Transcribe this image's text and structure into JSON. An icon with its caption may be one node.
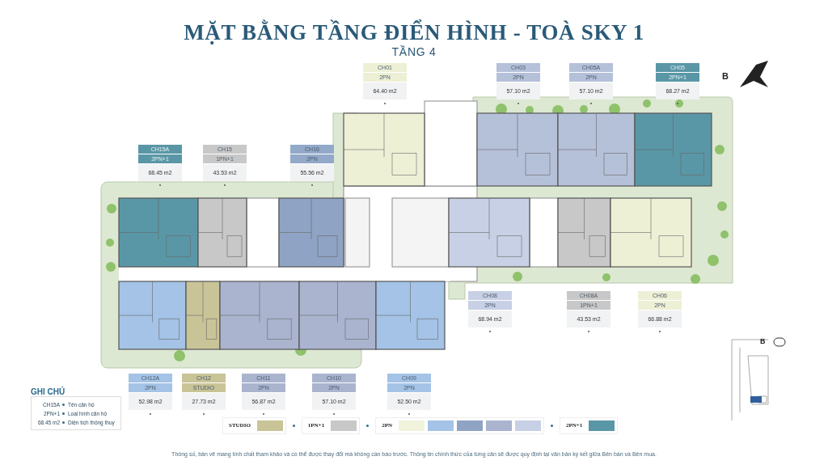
{
  "diagram": {
    "title": "MẶT BẰNG TẦNG ĐIỂN HÌNH - TOÀ SKY 1",
    "caption": "Thông số, bản vẽ mang tính chất tham khảo và có thể được thay đổi mà không cần báo trước. Thông tin chính thức của từng căn sẽ được quy định tại văn bản ký kết giữa Bên bán và Bên mua.",
    "nodes": [
      {
        "text": [
          "CH01",
          "2PN",
          "64.40 m2"
        ]
      },
      {
        "text": [
          "CH03",
          "2PN",
          "57.10 m2"
        ]
      },
      {
        "text": [
          "CH05A",
          "2PN",
          "57.10 m2"
        ]
      },
      {
        "text": [
          "CH05",
          "2PN+1",
          "68.27 m2"
        ]
      },
      {
        "text": [
          "CH15A",
          "2PN+1",
          "68.45 m2"
        ]
      },
      {
        "text": [
          "CH15",
          "1PN+1",
          "43.53 m2"
        ]
      },
      {
        "text": [
          "CH16",
          "2PN",
          "55.56 m2"
        ]
      },
      {
        "text": [
          "CH08",
          "2PN",
          "68.94 m2"
        ]
      },
      {
        "text": [
          "CH08A",
          "1PN+1",
          "43.53 m2"
        ]
      },
      {
        "text": [
          "CH06",
          "2PN",
          "66.88 m2"
        ]
      },
      {
        "text": [
          "CH12A",
          "2PN",
          "52.98 m2"
        ]
      },
      {
        "text": [
          "CH12",
          "STUDIO",
          "27.73 m2"
        ]
      },
      {
        "text": [
          "CH11",
          "2PN",
          "56.87 m2"
        ]
      },
      {
        "text": [
          "CH10",
          "2PN",
          "57.10 m2"
        ]
      },
      {
        "text": [
          "CH09",
          "2PN",
          "52.50 m2"
        ]
      }
    ],
    "edges": [],
    "labels": [
      "TẦNG 4",
      "B",
      "GHI CHÚ",
      "CH15A",
      "Tên căn hộ",
      "2PN+1",
      "Loại hình căn hộ",
      "68.45 m2",
      "Diện tích thông thuỷ",
      "B"
    ],
    "legend": [
      {
        "text": "STUDIO",
        "color": "#c9c497"
      },
      {
        "text": "1PN+1",
        "color": "#c8c8c8"
      },
      {
        "text": "2PN",
        "color": "#f1f3dc"
      },
      {
        "text": "2PN+1",
        "color": "#5a97a6"
      }
    ]
  }
}
